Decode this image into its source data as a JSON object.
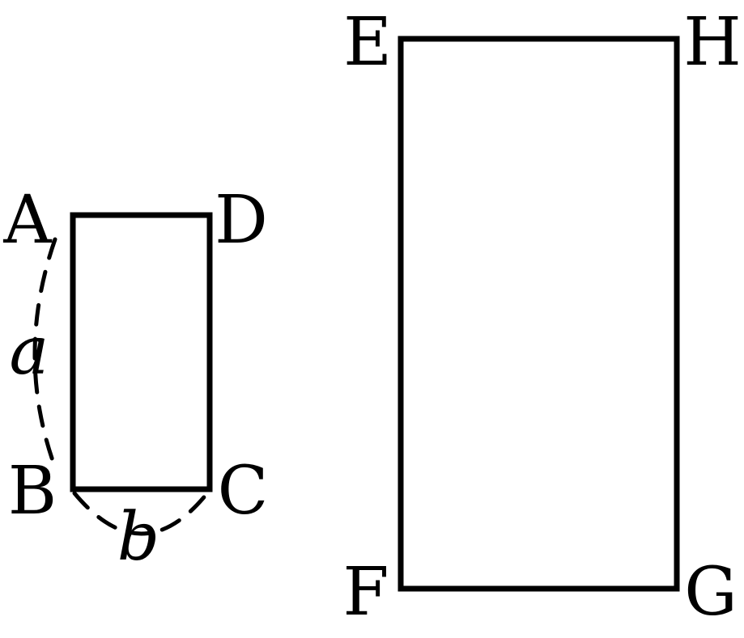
{
  "colors": {
    "stroke": "#000000",
    "background": "#ffffff"
  },
  "small_rectangle": {
    "vertices": {
      "top_left": "A",
      "top_right": "D",
      "bottom_right": "C",
      "bottom_left": "B"
    },
    "side_labels": {
      "left": "a",
      "bottom": "b"
    }
  },
  "large_rectangle": {
    "vertices": {
      "top_left": "E",
      "top_right": "H",
      "bottom_right": "G",
      "bottom_left": "F"
    }
  }
}
